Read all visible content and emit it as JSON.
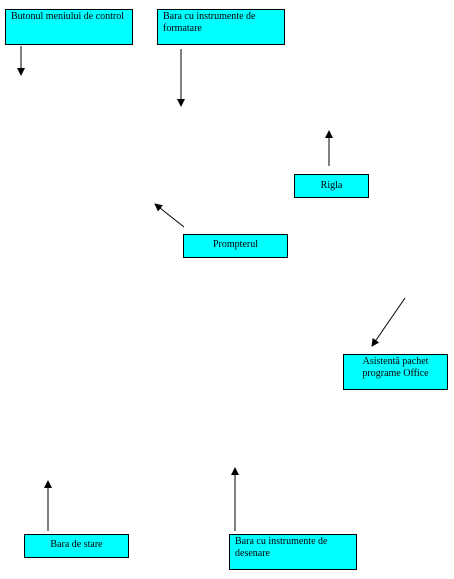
{
  "colors": {
    "box_fill": "#00ffff",
    "box_border": "#000000",
    "arrow": "#000000",
    "background": "#ffffff"
  },
  "callouts": {
    "control_menu_button": "Butonul meniului de control",
    "formatting_toolbar": "Bara cu instrumente de formatare",
    "ruler": "Rigla",
    "prompter": "Prompterul",
    "office_assistant": "Asistentă pachet programe Office",
    "status_bar": "Bara de stare",
    "drawing_toolbar": "Bara cu instrumente de desenare"
  }
}
